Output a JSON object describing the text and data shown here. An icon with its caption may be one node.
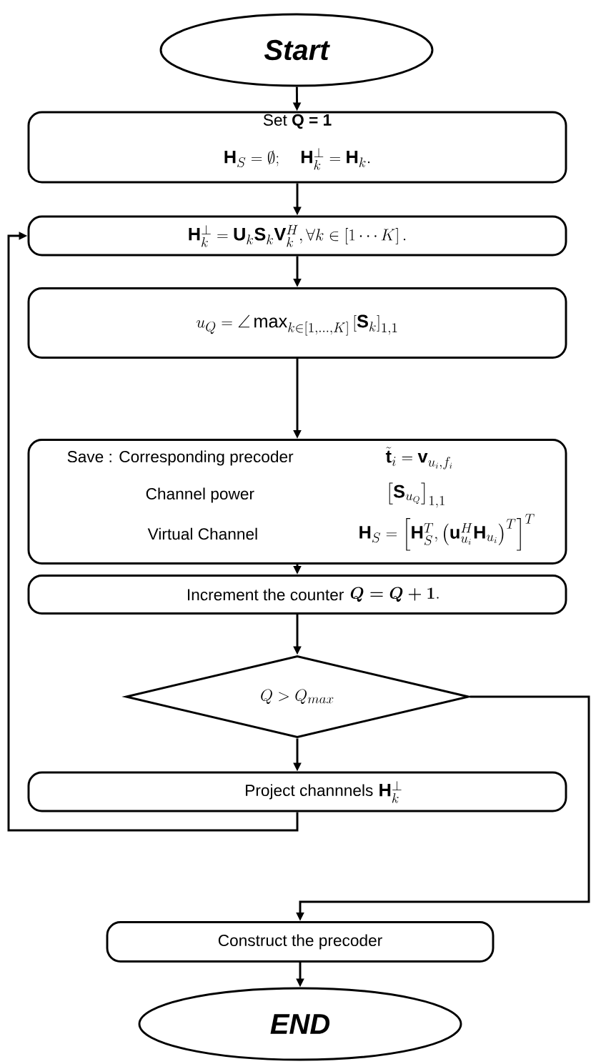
{
  "diagram": {
    "nodes": [
      {
        "text": [
          "Start"
        ]
      },
      {
        "text": [
          "Set **Q = 1**",
          "\\mathbf{H}_S = \\emptyset; \\quad \\mathbf{H}_k^{\\perp} = \\mathbf{H}_k."
        ]
      },
      {
        "text": [
          "\\mathbf{H}_k^{\\perp} = \\mathbf{U}_k \\mathbf{S}_k \\mathbf{V}_k^H, \\forall k \\in \\left[1 \\cdots K\\right]."
        ]
      },
      {
        "text": [
          "u_Q = \\angle \\max_{k \\in [1,\\ldots,K]} \\left[\\mathbf{S}_k\\right]_{1,1}"
        ]
      },
      {
        "text": [
          "Save : Corresponding precoder",
          "\\tilde{\\mathbf{t}}_i = \\mathbf{v}_{u_i, f_i}",
          "Channel power",
          "\\left[\\mathbf{S}_{u_Q}\\right]_{1,1}",
          "Virtual Channel",
          "\\mathbf{H}_S = \\left[\\mathbf{H}_S^T, \\left(\\mathbf{u}_{u_i}^H \\mathbf{H}_{u_i}\\right)^T\\right]^T"
        ]
      },
      {
        "text": [
          "Increment the counter",
          "\\boldsymbol{Q = Q + 1}."
        ]
      },
      {
        "text": [
          "Q > Q_{max}"
        ]
      },
      {
        "text": [
          "Project channnels",
          "\\mathbf{H}_k^{\\perp}"
        ]
      },
      {
        "text": [
          "Construct the precoder"
        ]
      },
      {
        "text": [
          "END"
        ]
      }
    ],
    "edges": [
      {
        "from": 0,
        "to": 1,
        "arrow": "to"
      },
      {
        "from": 1,
        "to": 2,
        "arrow": "to"
      },
      {
        "from": 2,
        "to": 3,
        "arrow": "to"
      },
      {
        "from": 3,
        "to": 4,
        "arrow": "to"
      },
      {
        "from": 4,
        "to": 5,
        "arrow": "to"
      },
      {
        "from": 5,
        "to": 6,
        "arrow": "to"
      },
      {
        "from": 6,
        "to": 7,
        "arrow": "to"
      },
      {
        "from": 7,
        "to": 2,
        "arrow": "to"
      },
      {
        "from": 6,
        "to": 8,
        "arrow": "to"
      },
      {
        "from": 8,
        "to": 9,
        "arrow": "to"
      }
    ]
  }
}
